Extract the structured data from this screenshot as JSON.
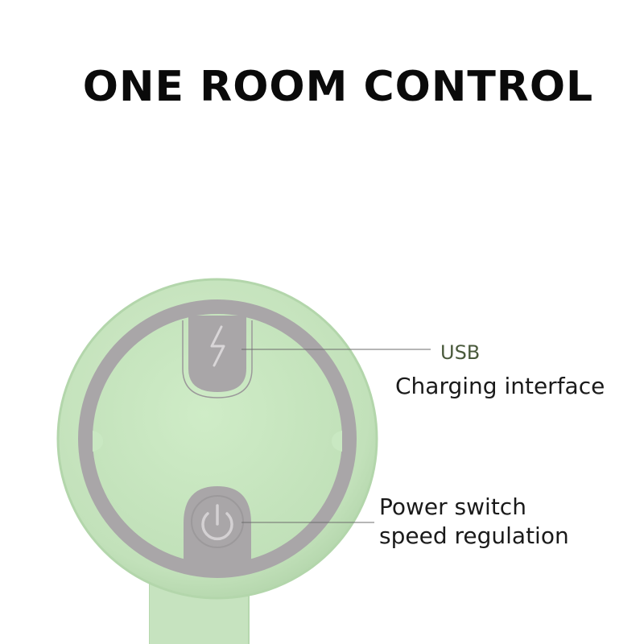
{
  "headline": "ONE ROOM CONTROL",
  "callouts": {
    "usb": {
      "title": "USB",
      "subtitle": "Charging interface",
      "icon": "lightning-icon"
    },
    "power": {
      "line1": "Power switch",
      "line2": "speed regulation",
      "icon": "power-icon"
    }
  },
  "colors": {
    "body_green": "#c6e4bf",
    "ring_gray": "#a9a6a8",
    "face_green": "#c9e8c2",
    "icon_gray": "#8f8c8e",
    "headline": "#0a0a0a"
  }
}
